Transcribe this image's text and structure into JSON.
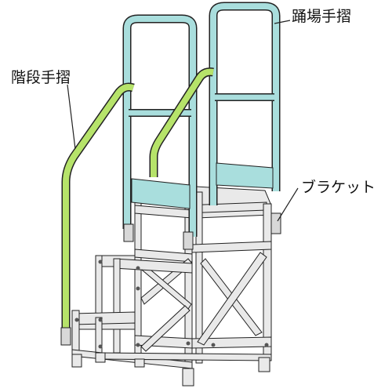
{
  "labels": {
    "landing_handrail": "踊場手摺",
    "stair_handrail": "階段手摺",
    "bracket": "ブラケット"
  },
  "colors": {
    "landing_rail": "#a9dedd",
    "stair_rail": "#b6e36a",
    "frame": "#e8e8e8",
    "outline": "#222222"
  }
}
